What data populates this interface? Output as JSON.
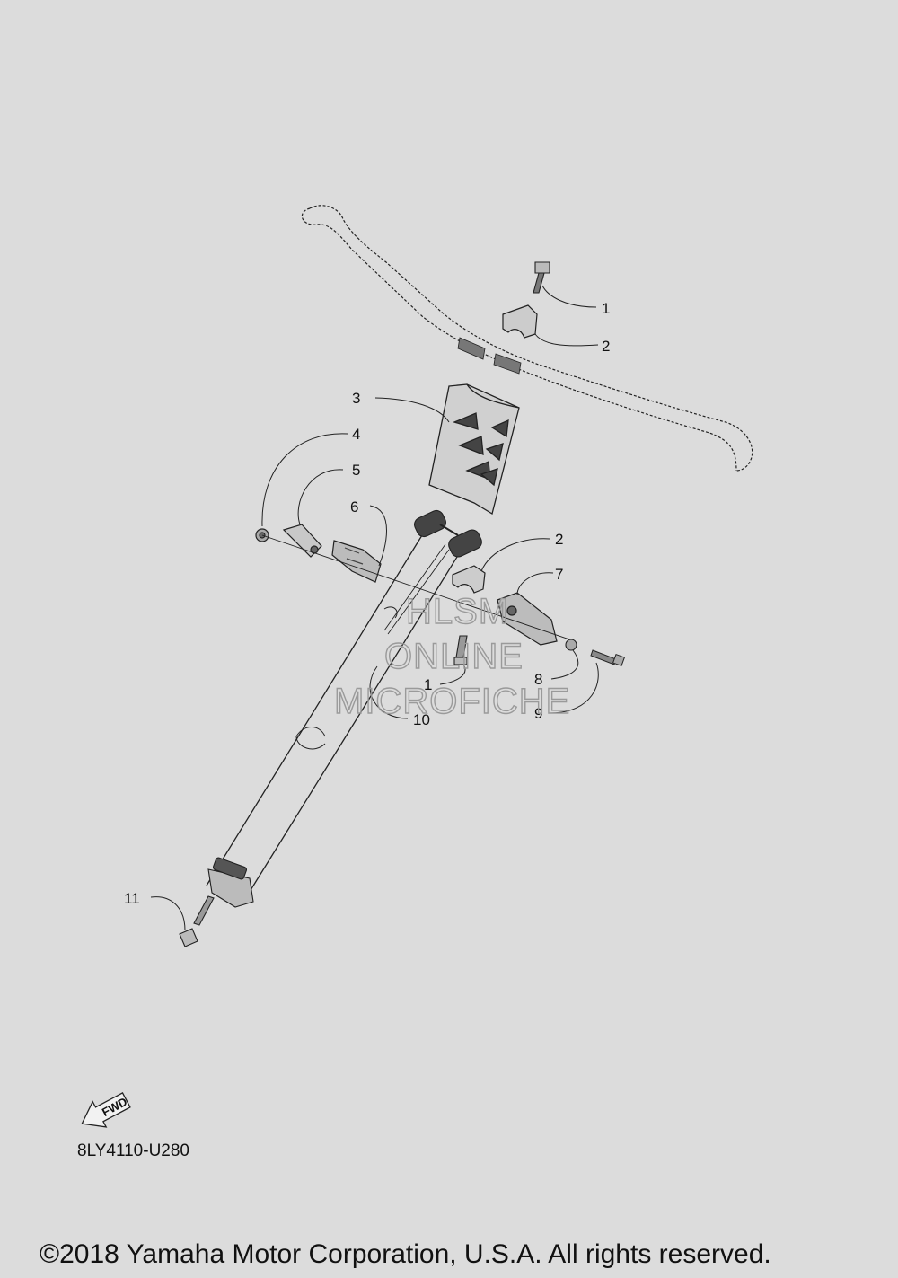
{
  "callouts": {
    "c1a": "1",
    "c2a": "2",
    "c3": "3",
    "c4": "4",
    "c5": "5",
    "c6": "6",
    "c2b": "2",
    "c7": "7",
    "c8": "8",
    "c1b": "1",
    "c10": "10",
    "c9": "9",
    "c11": "11"
  },
  "watermark": {
    "line1": "HLSM",
    "line2": "ONLINE",
    "line3": "MICROFICHE"
  },
  "fwd_label": "FWD",
  "part_code": "8LY4110-U280",
  "copyright": "©2018 Yamaha Motor Corporation, U.S.A. All rights reserved."
}
